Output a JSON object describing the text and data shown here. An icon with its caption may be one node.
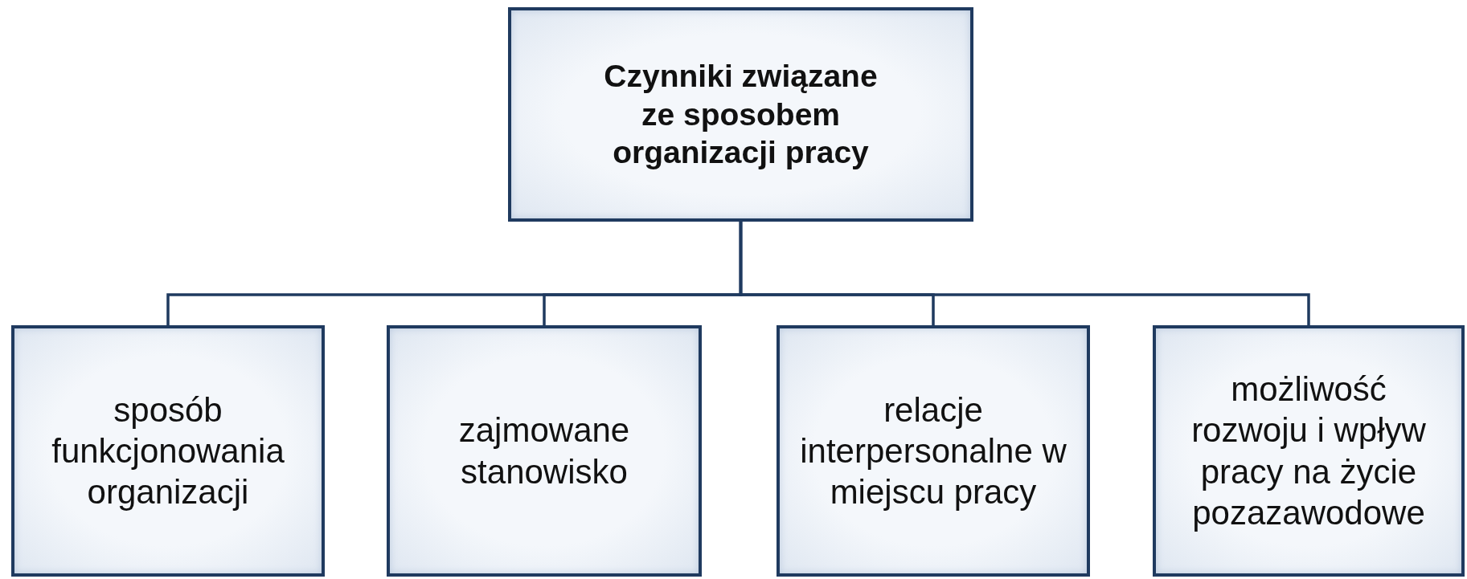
{
  "diagram": {
    "nodes": [
      {
        "text": [
          "Czynniki związane ze sposobem organizacji pracy"
        ]
      },
      {
        "text": [
          "sposób funkcjonowania organizacji"
        ]
      },
      {
        "text": [
          "zajmowane stanowisko"
        ]
      },
      {
        "text": [
          "relacje interpersonalne w miejscu pracy"
        ]
      },
      {
        "text": [
          "możliwość rozwoju i wpływ pracy na życie pozazawodowe"
        ]
      }
    ],
    "edges": [
      {
        "from": 0,
        "to": 1,
        "arrow": "none"
      },
      {
        "from": 0,
        "to": 2,
        "arrow": "none"
      },
      {
        "from": 0,
        "to": 3,
        "arrow": "none"
      },
      {
        "from": 0,
        "to": 4,
        "arrow": "none"
      }
    ]
  }
}
